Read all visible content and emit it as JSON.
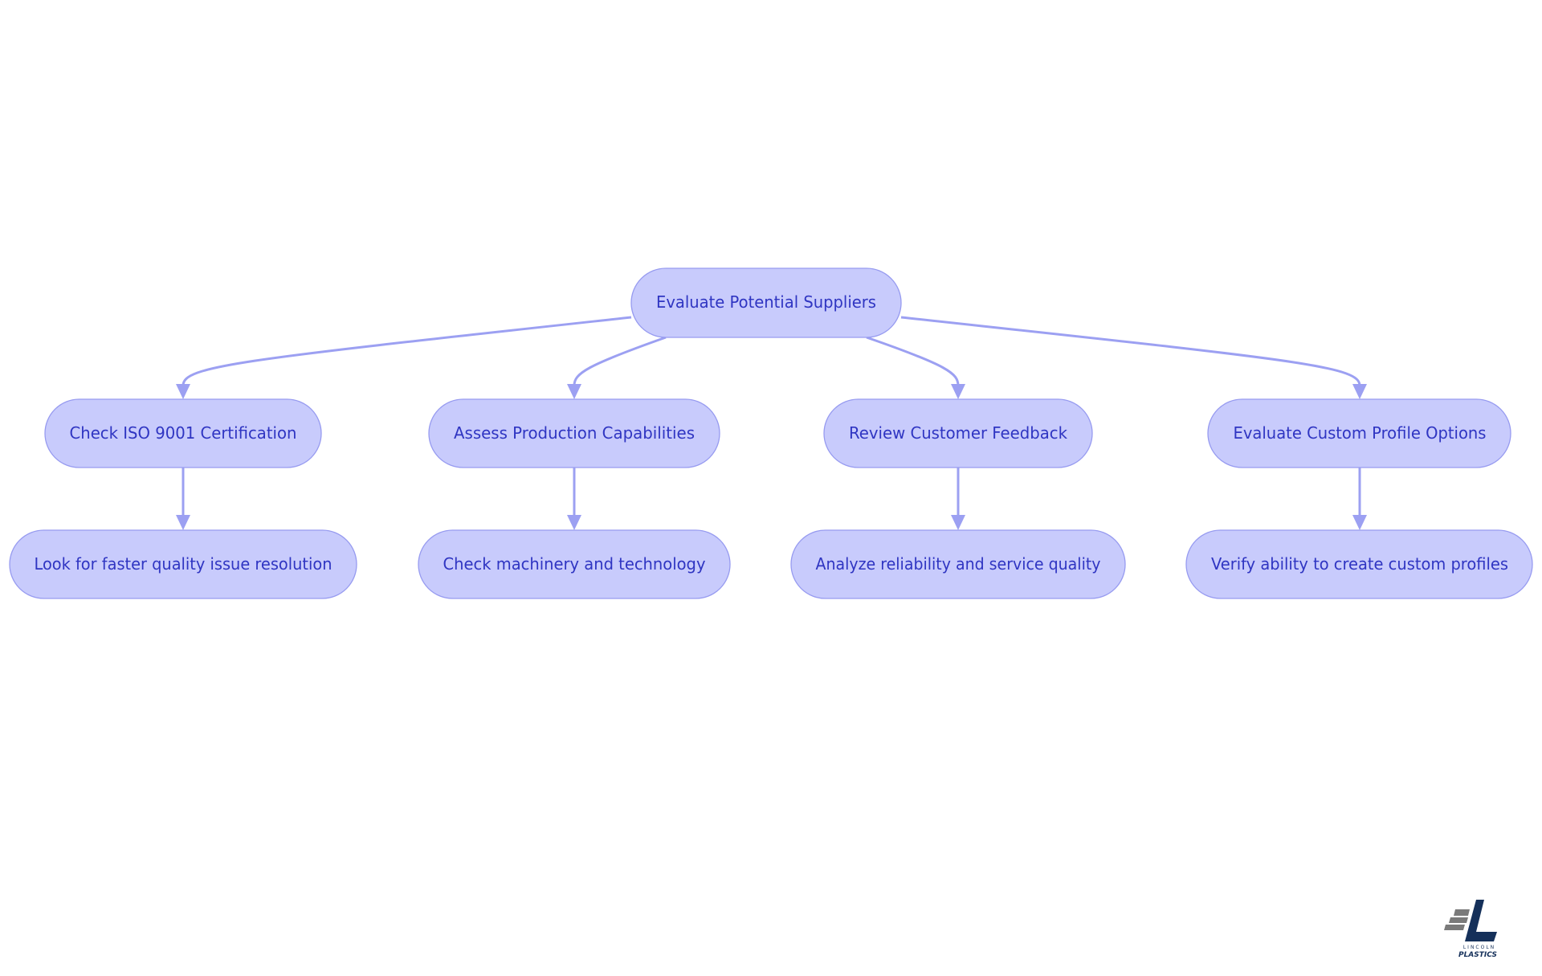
{
  "diagram": {
    "root": {
      "label": "Evaluate Potential Suppliers"
    },
    "branches": [
      {
        "label": "Check ISO 9001 Certification",
        "child": "Look for faster quality issue resolution"
      },
      {
        "label": "Assess Production Capabilities",
        "child": "Check machinery and technology"
      },
      {
        "label": "Review Customer Feedback",
        "child": "Analyze reliability and service quality"
      },
      {
        "label": "Evaluate Custom Profile Options",
        "child": "Verify ability to create custom profiles"
      }
    ]
  },
  "logo": {
    "name": "lincoln-plastics-logo",
    "line1": "LINCOLN",
    "line2": "PLASTICS",
    "colors": {
      "dark": "#15305a",
      "gray": "#7a7a7a"
    }
  },
  "colors": {
    "node_fill": "#c8cbfc",
    "node_stroke": "#979bf0",
    "text": "#2f35c2",
    "edge": "#9ca0f2"
  }
}
